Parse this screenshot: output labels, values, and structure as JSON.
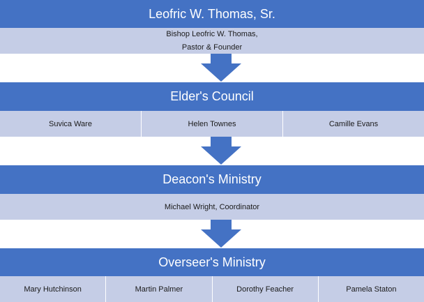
{
  "colors": {
    "header_bg": "#4472c4",
    "member_bg": "#c5cde6",
    "arrow": "#4472c4"
  },
  "levels": [
    {
      "title": "Leofric W. Thomas, Sr.",
      "members": [
        {
          "line1": "Bishop Leofric W. Thomas,",
          "line2": "Pastor & Founder"
        }
      ]
    },
    {
      "title": "Elder's Council",
      "members": [
        "Suvica Ware",
        "Helen Townes",
        "Camille Evans"
      ]
    },
    {
      "title": "Deacon's Ministry",
      "members": [
        "Michael Wright, Coordinator"
      ]
    },
    {
      "title": "Overseer's Ministry",
      "members": [
        "Mary Hutchinson",
        "Martin Palmer",
        "Dorothy Feacher",
        "Pamela Staton"
      ]
    }
  ]
}
